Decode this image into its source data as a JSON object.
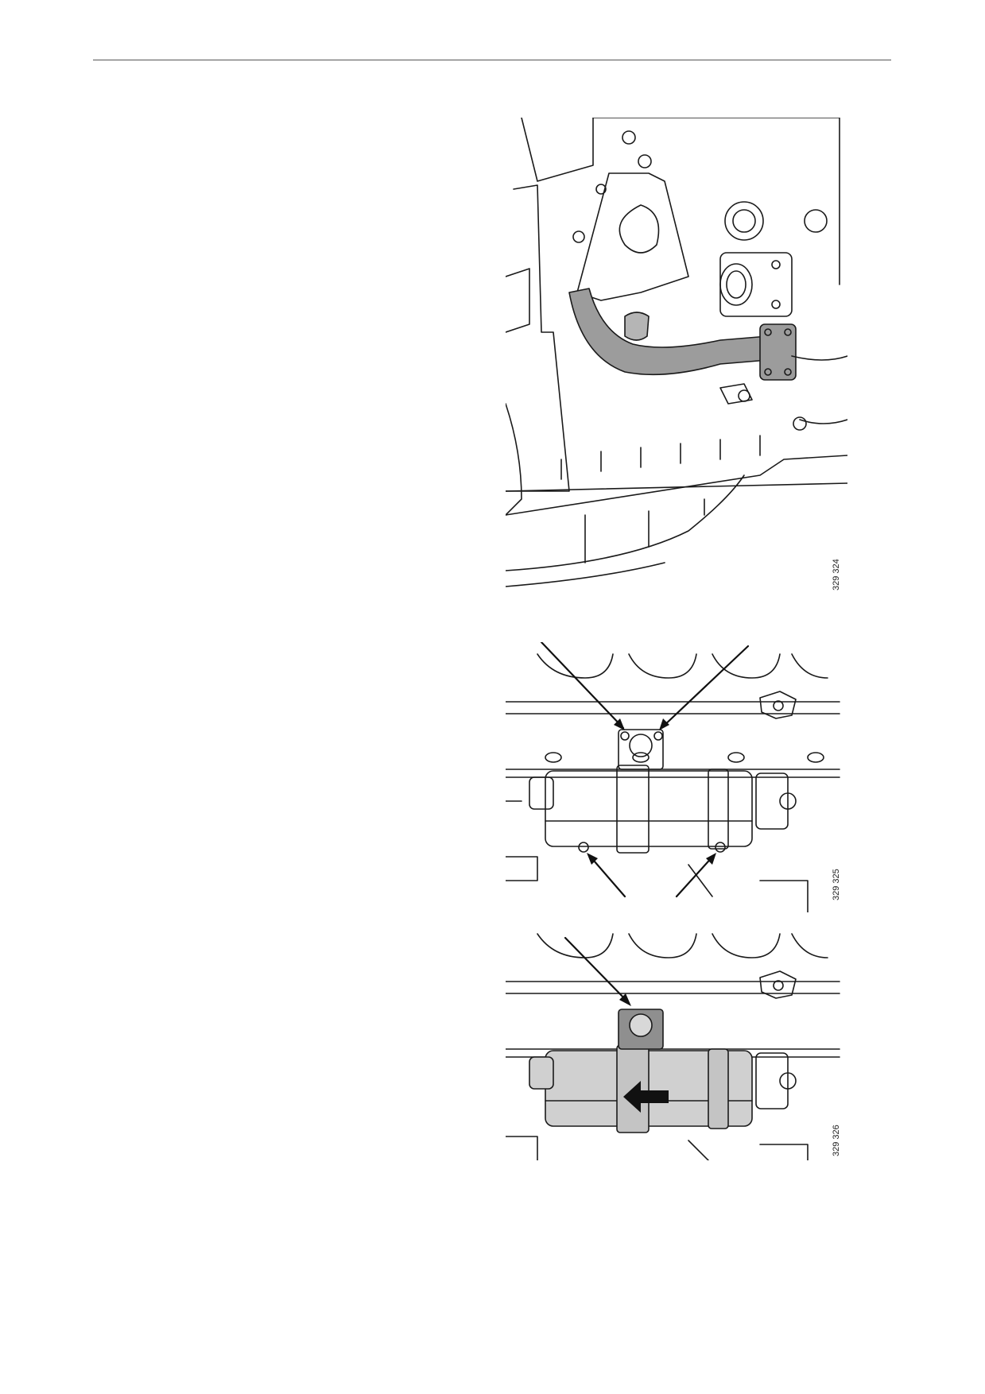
{
  "figures": [
    {
      "id": "329 324"
    },
    {
      "id": "329 325"
    },
    {
      "id": "329 326"
    }
  ]
}
